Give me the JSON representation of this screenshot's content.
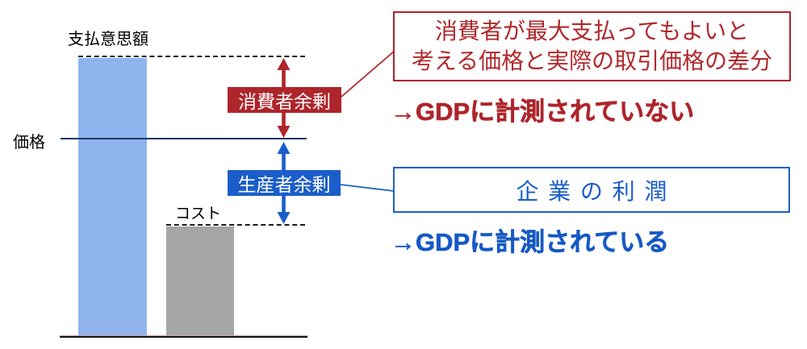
{
  "figure": {
    "axis_labels": {
      "willingness_to_pay": "支払意思額",
      "price": "価格",
      "cost": "コスト"
    },
    "consumer_surplus": {
      "badge": "消費者余剰",
      "note_line1": "消費者が最大支払ってもよいと",
      "note_line2": "考える価格と実際の取引価格の差分",
      "gdp_note": "→GDPに計測されていない",
      "accent_color": "#ae252b"
    },
    "producer_surplus": {
      "badge": "生産者余剰",
      "note": "企業の利潤",
      "gdp_note": "→GDPに計測されている",
      "accent_color": "#1b5ec9"
    },
    "colors": {
      "willingness_to_pay_bar": "#8fb4ee",
      "cost_bar": "#a6a6a6",
      "price_line": "#1f3864"
    }
  }
}
